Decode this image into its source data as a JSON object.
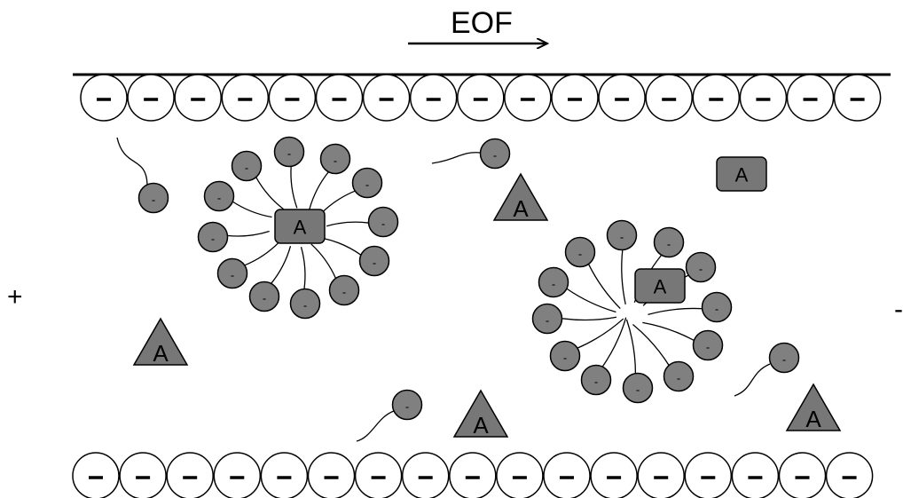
{
  "labels": {
    "eof": "EOF",
    "positive": "+",
    "negative": "-",
    "charge": "-",
    "analyte": "A"
  },
  "colors": {
    "line": "#000000",
    "wall_fill": "#ffffff",
    "surfactant_fill": "#808080",
    "analyte_fill": "#777777"
  },
  "icons": {
    "flow_arrow": "arrow-right",
    "wall_charge": "circle-minus",
    "surfactant": "circle-minus-with-tail",
    "analyte_neutral": "triangle-a",
    "analyte_partitioned": "rounded-square-a"
  },
  "counts": {
    "top_wall_charges": 17,
    "bottom_wall_charges": 17,
    "micelles": 2,
    "free_surfactants": 4,
    "free_triangle_analytes": 4,
    "free_square_analytes": 1
  }
}
